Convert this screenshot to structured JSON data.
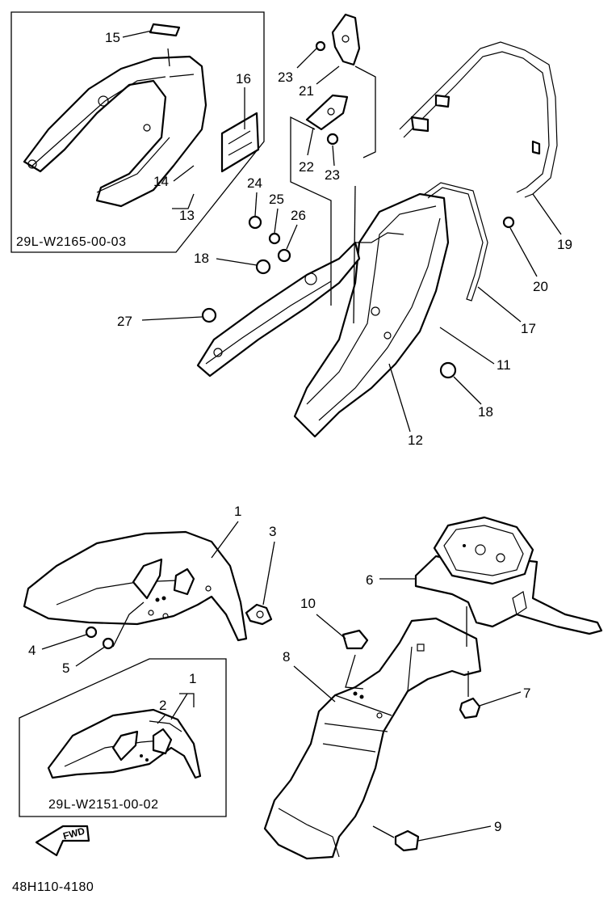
{
  "labels": {
    "p1": "1",
    "p1b": "1",
    "p2": "2",
    "p3": "3",
    "p4": "4",
    "p5": "5",
    "p6": "6",
    "p7": "7",
    "p8": "8",
    "p9": "9",
    "p10": "10",
    "p11": "11",
    "p12": "12",
    "p13": "13",
    "p14": "14",
    "p15": "15",
    "p16": "16",
    "p17": "17",
    "p18a": "18",
    "p18b": "18",
    "p19": "19",
    "p20": "20",
    "p21": "21",
    "p22": "22",
    "p23a": "23",
    "p23b": "23",
    "p24": "24",
    "p25": "25",
    "p26": "26",
    "p27": "27"
  },
  "inset_codes": {
    "seat_cover": "29L-W2165-00-03",
    "front_fender": "29L-W2151-00-02"
  },
  "fwd": "FWD",
  "figure_code": "48H110-4180"
}
